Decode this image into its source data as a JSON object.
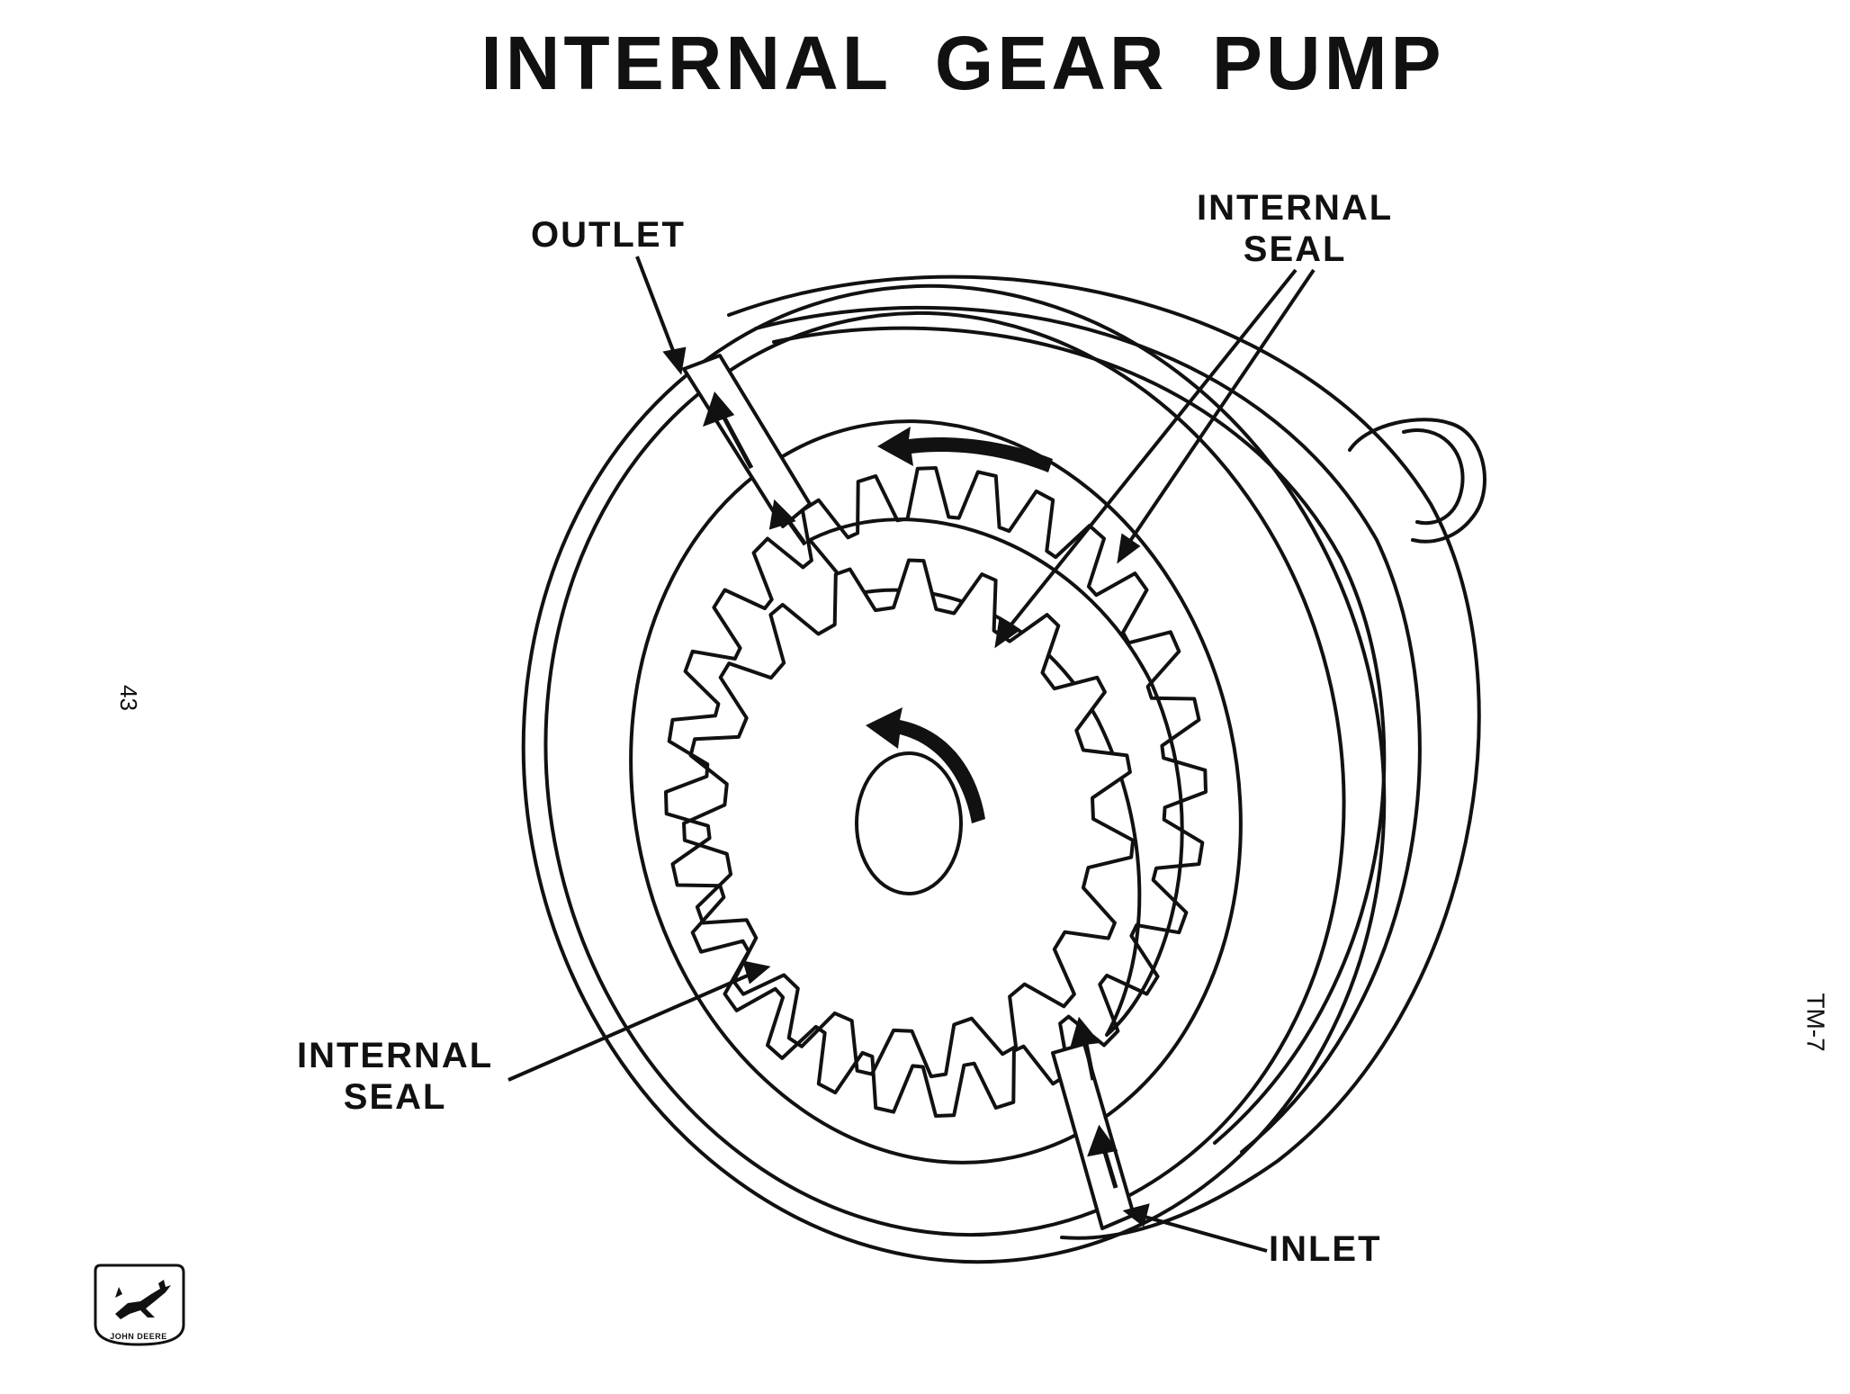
{
  "title": "INTERNAL GEAR PUMP",
  "labels": {
    "outlet": "OUTLET",
    "internal_seal_top_1": "INTERNAL",
    "internal_seal_top_2": "SEAL",
    "internal_seal_left_1": "INTERNAL",
    "internal_seal_left_2": "SEAL",
    "inlet": "INLET"
  },
  "page_number": "43",
  "doc_code": "TM-7",
  "logo": {
    "icon": "leaping-deer-icon",
    "text": "JOHN DEERE"
  },
  "colors": {
    "ink": "#111111",
    "paper": "#ffffff"
  }
}
